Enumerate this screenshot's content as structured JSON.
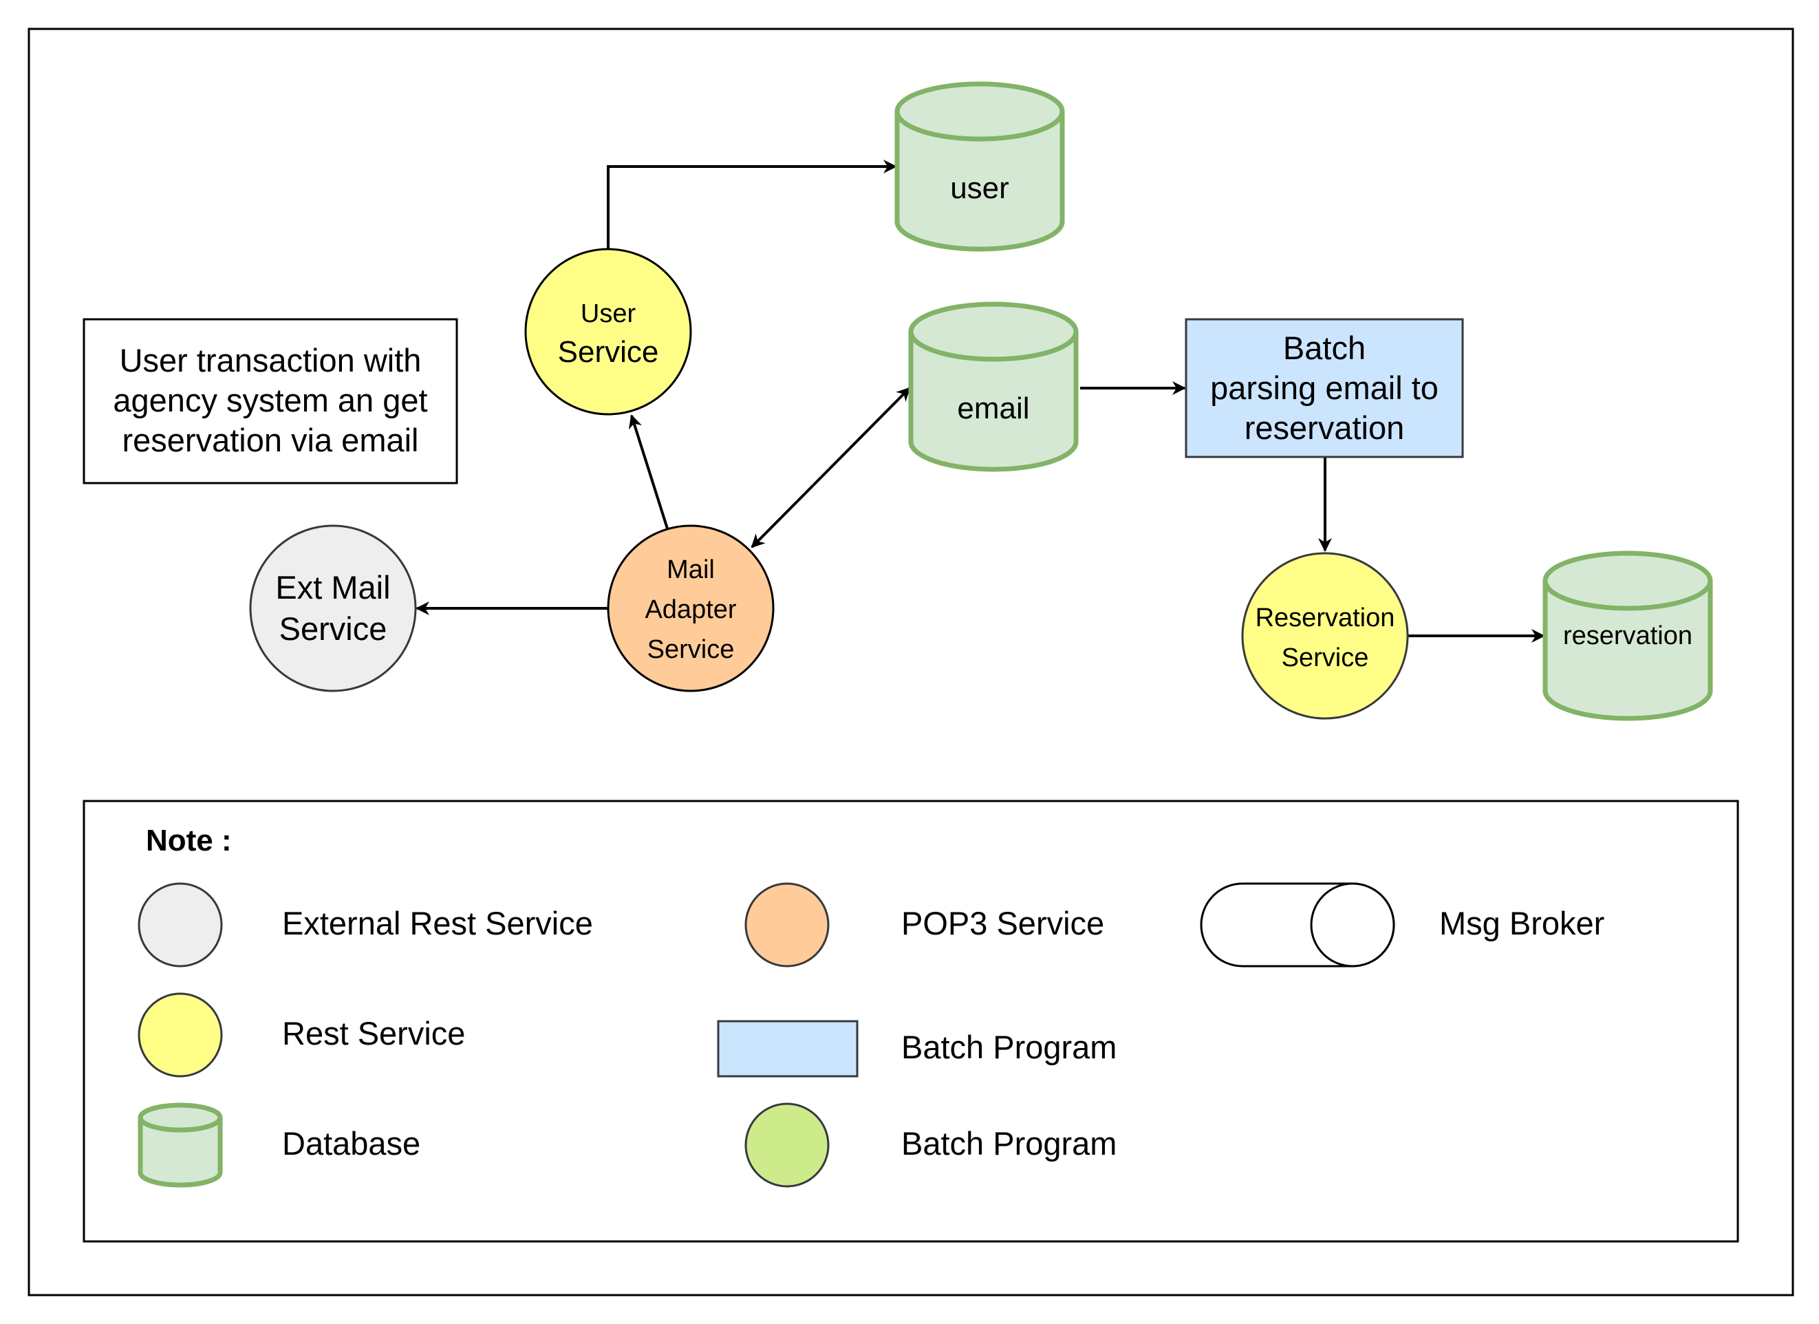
{
  "diagram": {
    "nodes": {
      "user_db": {
        "label": "user",
        "kind": "database"
      },
      "user_service": {
        "line1": "User",
        "line2": "Service",
        "kind": "rest-service"
      },
      "email_db": {
        "label": "email",
        "kind": "database"
      },
      "batch_parser": {
        "line1": "Batch",
        "line2": "parsing email to",
        "line3": "reservation",
        "kind": "batch-program"
      },
      "reservation_service": {
        "line1": "Reservation",
        "line2": "Service",
        "kind": "rest-service"
      },
      "reservation_db": {
        "label": "reservation",
        "kind": "database"
      },
      "mail_adapter": {
        "line1": "Mail",
        "line2": "Adapter",
        "line3": "Service",
        "kind": "pop3-service"
      },
      "ext_mail": {
        "line1": "Ext Mail",
        "line2": "Service",
        "kind": "external-rest-service"
      }
    },
    "description_box": {
      "line1": "User transaction with",
      "line2": "agency system an get",
      "line3": "reservation via email"
    },
    "edges": [
      {
        "from": "user_service",
        "to": "user_db",
        "direction": "forward"
      },
      {
        "from": "mail_adapter",
        "to": "user_service",
        "direction": "forward"
      },
      {
        "from": "mail_adapter",
        "to": "email_db",
        "direction": "both"
      },
      {
        "from": "mail_adapter",
        "to": "ext_mail",
        "direction": "forward"
      },
      {
        "from": "email_db",
        "to": "batch_parser",
        "direction": "forward"
      },
      {
        "from": "batch_parser",
        "to": "reservation_service",
        "direction": "forward"
      },
      {
        "from": "reservation_service",
        "to": "reservation_db",
        "direction": "forward"
      }
    ]
  },
  "legend": {
    "title": "Note :",
    "items": {
      "external_rest": "External Rest Service",
      "pop3": "POP3 Service",
      "msg_broker": "Msg Broker",
      "rest": "Rest Service",
      "batch_rect": "Batch Program",
      "database": "Database",
      "batch_green": "Batch Program"
    }
  },
  "colors": {
    "rest_service": "#ffff88",
    "external_rest_service": "#eeeeee",
    "pop3_service": "#ffcc99",
    "database_fill": "#d5e8d4",
    "database_stroke": "#82b366",
    "batch_program_rect": "#cce5ff",
    "batch_program_circle": "#cdeb8b"
  }
}
